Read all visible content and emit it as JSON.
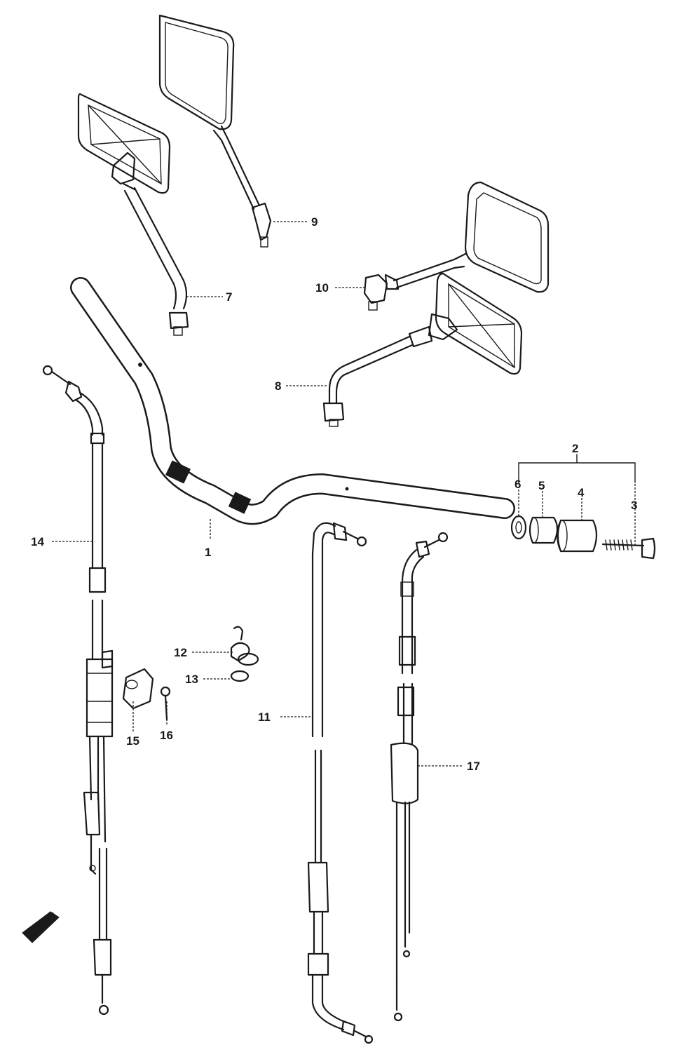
{
  "labels": {
    "p1": "1",
    "p2": "2",
    "p3": "3",
    "p4": "4",
    "p5": "5",
    "p6": "6",
    "p7": "7",
    "p8": "8",
    "p9": "9",
    "p10": "10",
    "p11": "11",
    "p12": "12",
    "p13": "13",
    "p14": "14",
    "p15": "15",
    "p16": "16",
    "p17": "17"
  }
}
